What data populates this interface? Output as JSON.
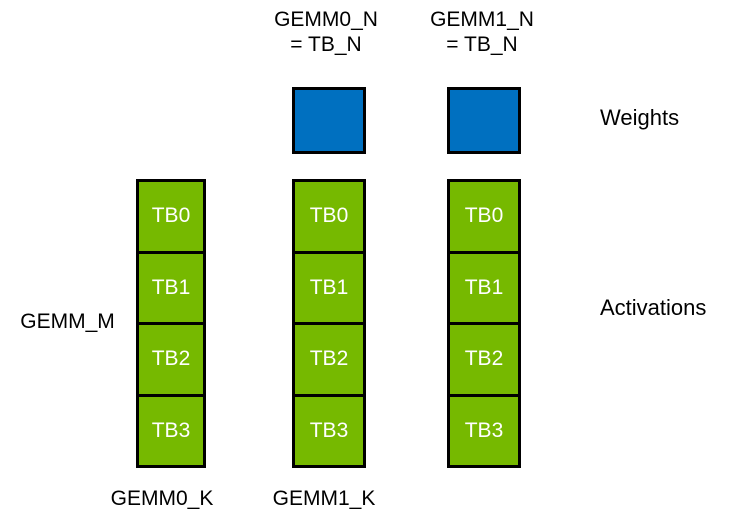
{
  "diagram": {
    "top_labels": [
      {
        "line1": "GEMM0_N",
        "line2": "= TB_N"
      },
      {
        "line1": "GEMM1_N",
        "line2": "= TB_N"
      }
    ],
    "side_labels": {
      "weights": "Weights",
      "activations": "Activations",
      "gemm_m": "GEMM_M"
    },
    "bottom_labels": [
      "GEMM0_K",
      "GEMM1_K"
    ],
    "columns": [
      {
        "blocks": [
          "TB0",
          "TB1",
          "TB2",
          "TB3"
        ]
      },
      {
        "blocks": [
          "TB0",
          "TB1",
          "TB2",
          "TB3"
        ]
      },
      {
        "blocks": [
          "TB0",
          "TB1",
          "TB2",
          "TB3"
        ]
      }
    ],
    "colors": {
      "weights_blue": "#0070C0",
      "activations_green": "#76B900",
      "border_black": "#000000",
      "tb_text_white": "#FFFFFF",
      "background_white": "#FFFFFF"
    }
  }
}
